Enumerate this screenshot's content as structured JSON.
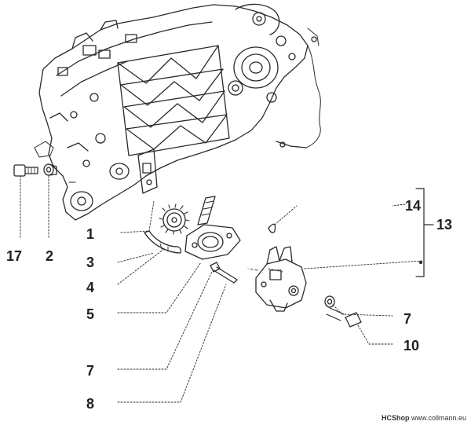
{
  "diagram": {
    "callouts": {
      "c1": "1",
      "c2": "2",
      "c3": "3",
      "c4": "4",
      "c5": "5",
      "c7a": "7",
      "c7b": "7",
      "c8": "8",
      "c10": "10",
      "c13": "13",
      "c14": "14",
      "c17": "17"
    },
    "credit": {
      "shop": "HCShop",
      "url": "www.collmann.eu"
    }
  },
  "colors": {
    "line": "#2a2a2a",
    "text": "#222222"
  }
}
